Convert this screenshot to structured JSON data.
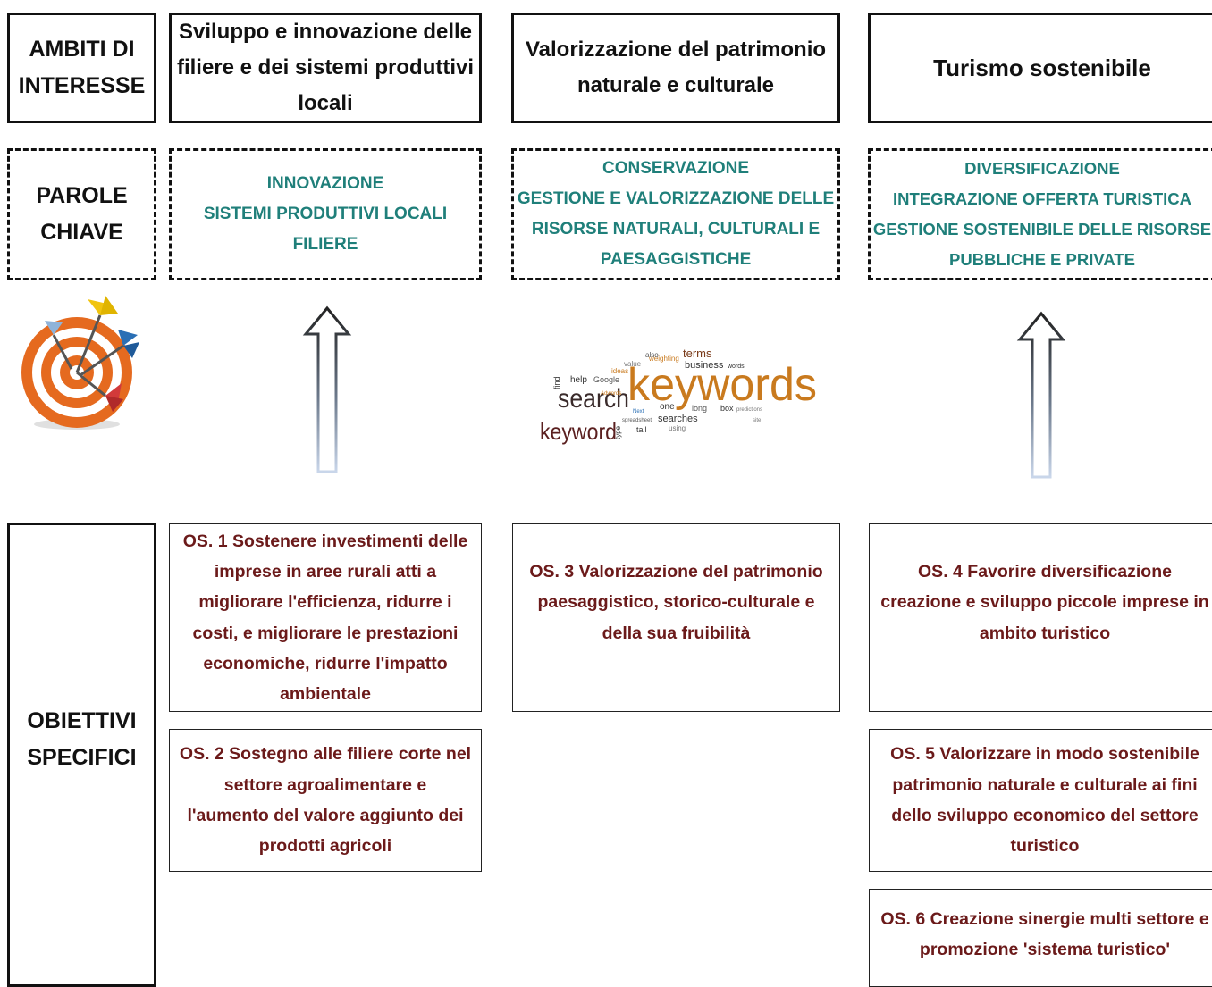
{
  "headers": {
    "ambiti": [
      "AMBITI DI",
      "INTERESSE"
    ],
    "parole": [
      "PAROLE",
      "CHIAVE"
    ],
    "obiettivi": [
      "OBIETTIVI",
      "SPECIFICI"
    ]
  },
  "ambiti": [
    {
      "lines": [
        "Sviluppo e innovazione delle",
        "filiere e dei sistemi produttivi",
        "locali"
      ]
    },
    {
      "lines": [
        "Valorizzazione del patrimonio",
        "naturale e culturale"
      ]
    },
    {
      "lines": [
        "Turismo sostenibile"
      ]
    }
  ],
  "keywords": [
    {
      "lines": [
        "INNOVAZIONE",
        "SISTEMI PRODUTTIVI LOCALI",
        "FILIERE"
      ]
    },
    {
      "lines": [
        "CONSERVAZIONE",
        "GESTIONE E VALORIZZAZIONE DELLE",
        "RISORSE NATURALI, CULTURALI E",
        "PAESAGGISTICHE"
      ]
    },
    {
      "lines": [
        "DIVERSIFICAZIONE",
        "INTEGRAZIONE OFFERTA TURISTICA",
        "GESTIONE SOSTENIBILE DELLE RISORSE",
        "PUBBLICHE E PRIVATE"
      ]
    }
  ],
  "word_cloud": {
    "main": "keywords",
    "search": "search",
    "keyword": "keyword",
    "words": [
      "terms",
      "business",
      "weighting",
      "help",
      "Google",
      "value",
      "ideas",
      "find",
      "one",
      "long",
      "box",
      "predictions",
      "searches",
      "using",
      "tail",
      "spreadsheet",
      "type",
      "Next",
      "also",
      "words",
      "site",
      "Adwords"
    ]
  },
  "obiettivi": [
    {
      "lines": [
        "OS. 1 Sostenere investimenti delle",
        "imprese in aree rurali atti a",
        "migliorare l'efficienza, ridurre i",
        "costi, e migliorare le prestazioni",
        "economiche, ridurre l'impatto",
        "ambientale"
      ]
    },
    {
      "lines": [
        "OS. 2 Sostegno alle filiere corte nel",
        "settore agroalimentare e",
        "l'aumento del valore aggiunto dei",
        "prodotti agricoli"
      ]
    },
    {
      "lines": [
        "OS. 3 Valorizzazione del patrimonio",
        "paesaggistico, storico-culturale e",
        "della sua fruibilità"
      ]
    },
    {
      "lines": [
        "OS. 4 Favorire diversificazione",
        "creazione e sviluppo piccole imprese in",
        "ambito turistico"
      ]
    },
    {
      "lines": [
        "OS. 5 Valorizzare in modo sostenibile",
        "patrimonio naturale e culturale ai fini",
        "dello sviluppo economico del settore",
        "turistico"
      ]
    },
    {
      "lines": [
        "OS. 6 Creazione sinergie multi settore e",
        "promozione 'sistema turistico'"
      ]
    }
  ],
  "colors": {
    "keyword_text": "#1f7f7a",
    "objective_text": "#6b1a1a",
    "border": "#111111",
    "word_cloud_main": "#c97a1e",
    "target_orange": "#e56a1f",
    "dart_blue": "#2a6fb5",
    "dart_yellow": "#f1c40f",
    "dart_red": "#d23a3a"
  },
  "icons": [
    "target-with-darts-icon",
    "up-arrow-icon",
    "word-cloud-image"
  ]
}
